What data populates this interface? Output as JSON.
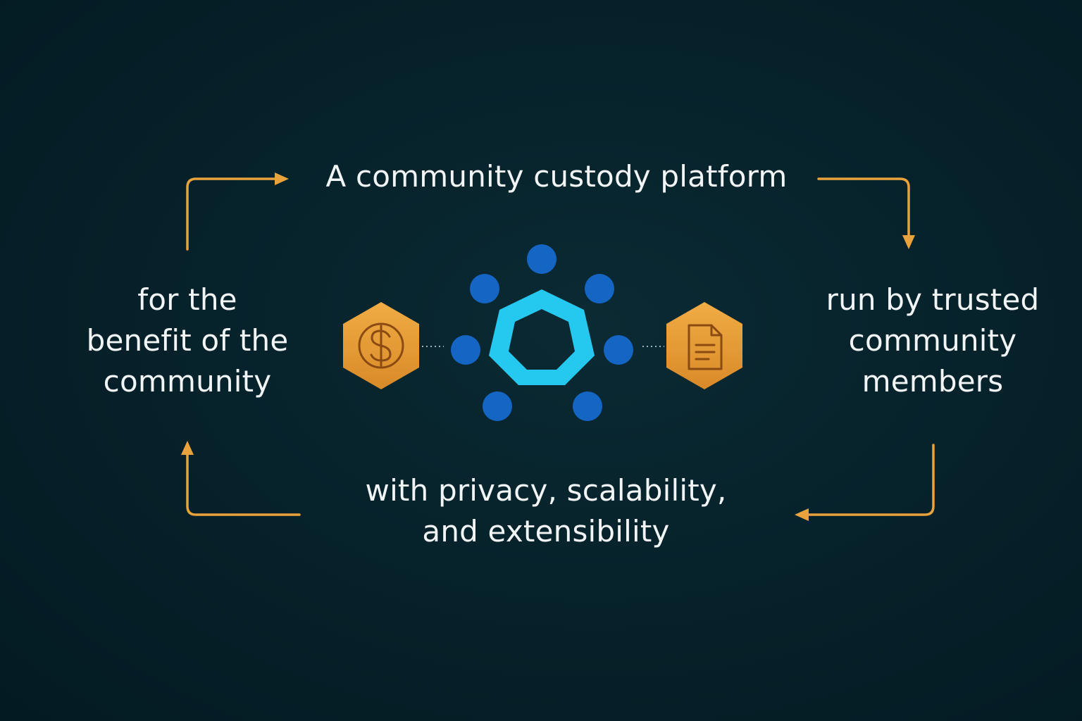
{
  "statements": {
    "top": [
      "A community custody platform"
    ],
    "right": [
      "run by trusted",
      "community",
      "members"
    ],
    "bottom": [
      "with privacy, scalability,",
      "and extensibility"
    ],
    "left": [
      "for the",
      "benefit of the",
      "community"
    ]
  },
  "icons": {
    "center": "heptagon-ring-icon",
    "left": "dollar-coin-icon",
    "right": "document-icon"
  },
  "colors": {
    "background": "#05202a",
    "arrow": "#e8a33d",
    "hexagon": "#e39a35",
    "node": "#1566c4",
    "heptagon": "#25c8ef",
    "text": "#f2f5f6"
  }
}
